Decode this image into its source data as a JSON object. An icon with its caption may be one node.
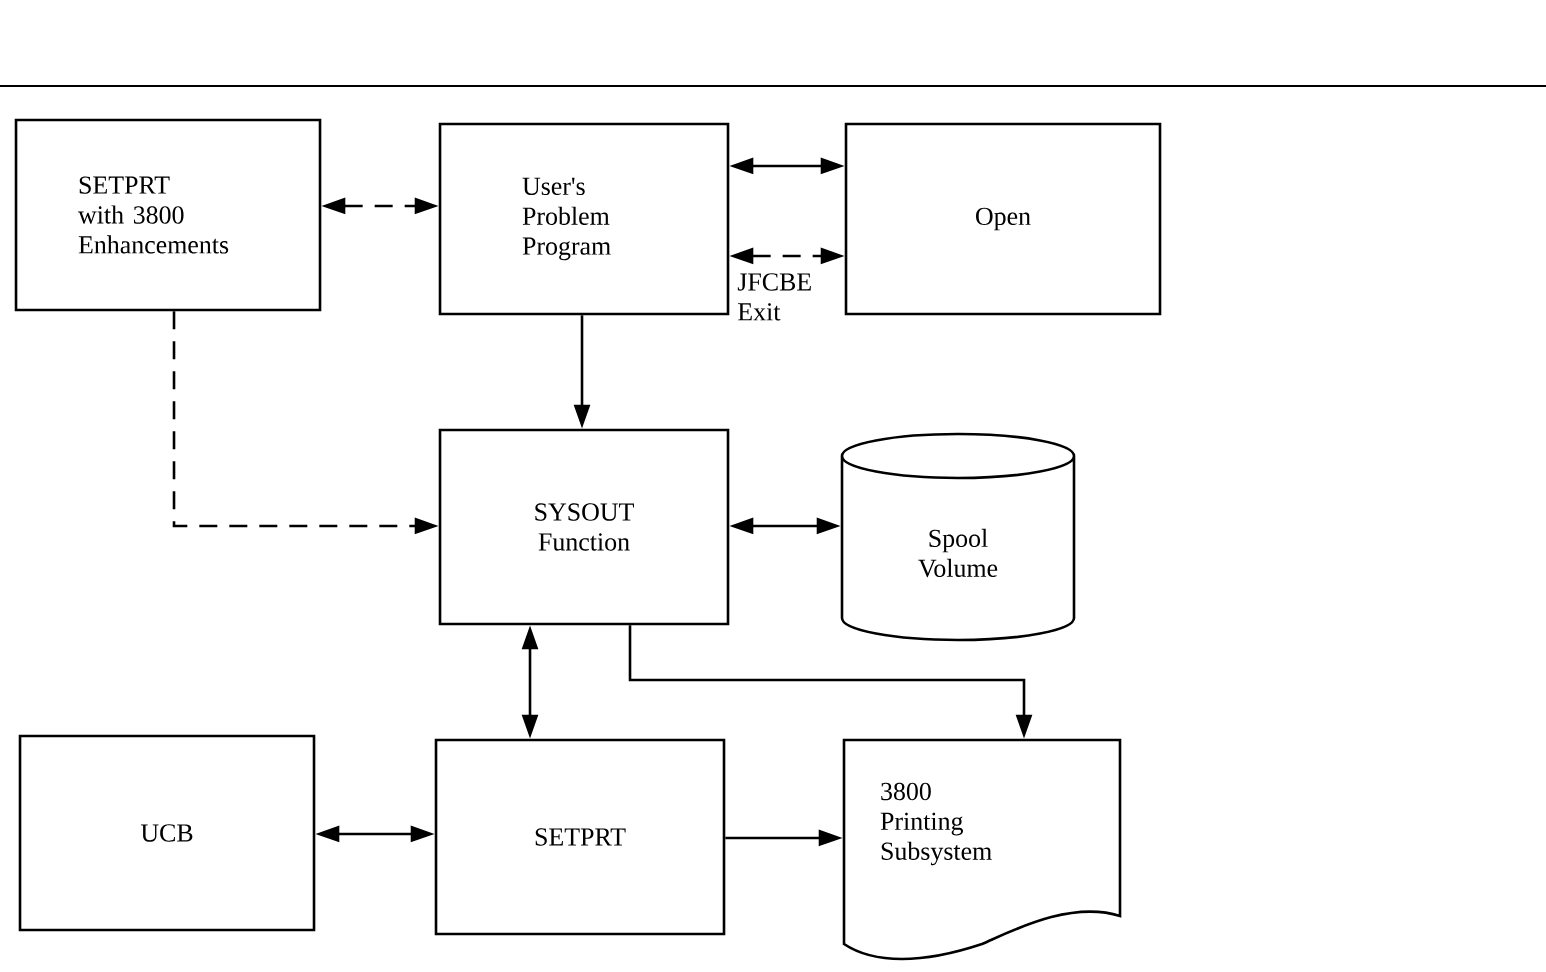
{
  "diagram": {
    "nodes": [
      {
        "text": [
          "SETPRT with 3800 Enhancements"
        ]
      },
      {
        "text": [
          "User's Problem Program"
        ]
      },
      {
        "text": [
          "Open"
        ]
      },
      {
        "text": [
          "SYSOUT Function"
        ]
      },
      {
        "text": [
          "Spool Volume"
        ]
      },
      {
        "text": [
          "UCB"
        ]
      },
      {
        "text": [
          "SETPRT"
        ]
      },
      {
        "text": [
          "3800 Printing Subsystem"
        ]
      }
    ],
    "edges": [
      {
        "from": 0,
        "to": 1,
        "arrow": "both",
        "style": "dashed"
      },
      {
        "from": 1,
        "to": 2,
        "arrow": "both"
      },
      {
        "from": 1,
        "to": 2,
        "arrow": "both",
        "style": "dashed",
        "label": "JFCBE Exit"
      },
      {
        "from": 1,
        "to": 3,
        "arrow": "to"
      },
      {
        "from": 0,
        "to": 3,
        "arrow": "to",
        "style": "dashed"
      },
      {
        "from": 3,
        "to": 4,
        "arrow": "both"
      },
      {
        "from": 3,
        "to": 6,
        "arrow": "both"
      },
      {
        "from": 3,
        "to": 7,
        "arrow": "to"
      },
      {
        "from": 5,
        "to": 6,
        "arrow": "both"
      },
      {
        "from": 6,
        "to": 7,
        "arrow": "to"
      }
    ]
  }
}
